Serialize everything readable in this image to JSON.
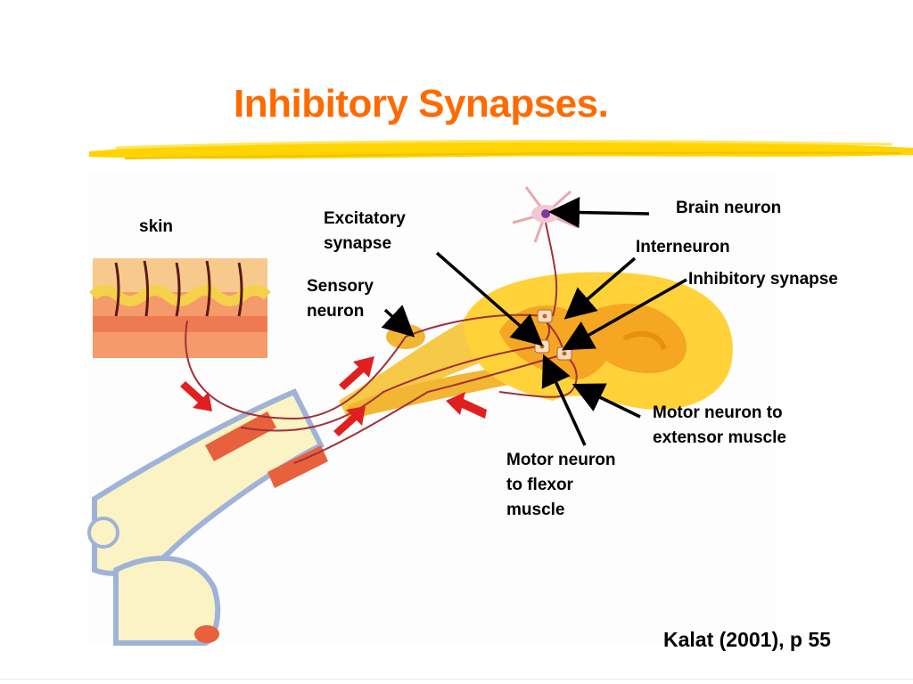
{
  "slide": {
    "title": "Inhibitory Synapses.",
    "citation": "Kalat (2001), p 55"
  },
  "labels": {
    "skin": "skin",
    "excitatory_synapse": [
      "Excitatory",
      "synapse"
    ],
    "sensory_neuron": [
      "Sensory",
      "neuron"
    ],
    "brain_neuron": "Brain neuron",
    "interneuron": "Interneuron",
    "inhibitory_synapse": "Inhibitory synapse",
    "motor_extensor": [
      "Motor neuron to",
      "extensor muscle"
    ],
    "motor_flexor": [
      "Motor neuron",
      "to flexor",
      "muscle"
    ]
  },
  "colors": {
    "title": "#ff6a00",
    "highlight": "#ffd400",
    "spinal_cord": "#ffd23a",
    "gray_matter": "#f5a623",
    "nerve": "#f7c948",
    "muscle": "#e8603c",
    "bone": "#fbf3c4",
    "cartilage": "#9fb3d9",
    "neuron_line": "#a0303a",
    "motion_arrow": "#e02020"
  }
}
